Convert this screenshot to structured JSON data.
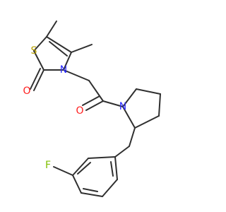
{
  "molecule": {
    "atoms": {
      "sulfur": {
        "label": "S",
        "color": "#b8a100"
      },
      "ring_nitrogen": {
        "label": "N",
        "color": "#2a2aff"
      },
      "carbonyl_oxygen_1": {
        "label": "O",
        "color": "#ff1f1f"
      },
      "carbonyl_oxygen_2": {
        "label": "O",
        "color": "#ff1f1f"
      },
      "amide_nitrogen": {
        "label": "N",
        "color": "#2a2aff"
      },
      "fluorine": {
        "label": "F",
        "color": "#7fbf00"
      }
    },
    "bond_color": "#2f2f2f",
    "background": "#ffffff"
  }
}
